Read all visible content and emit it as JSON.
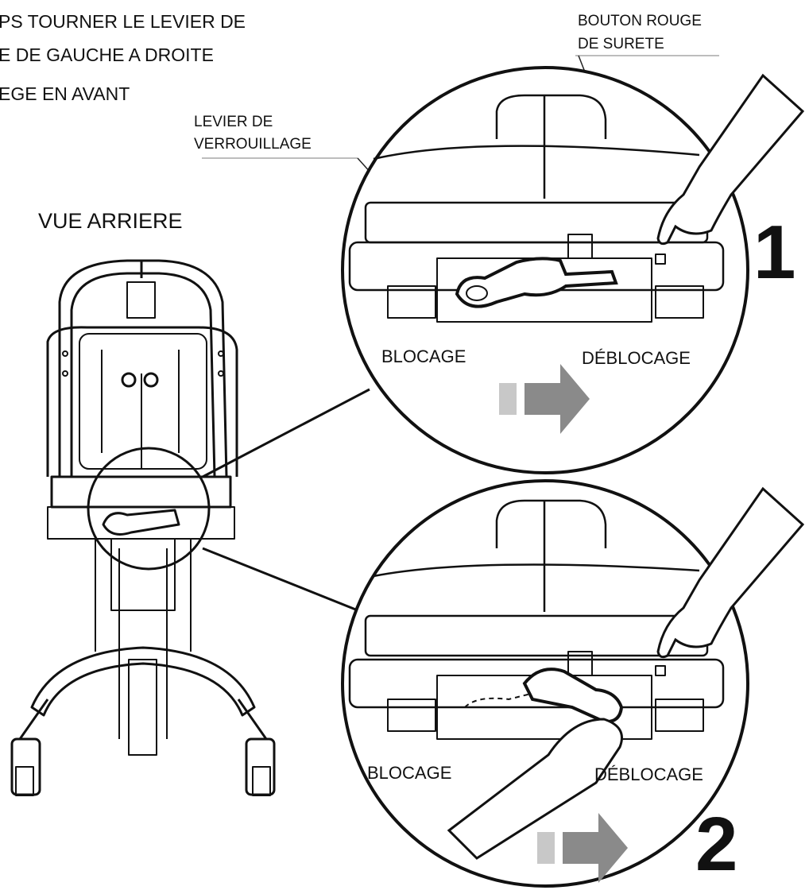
{
  "instructions": {
    "line1": "PS TOURNER LE LEVIER DE",
    "line2": "E DE GAUCHE A DROITE",
    "line3": "EGE EN AVANT"
  },
  "callouts": {
    "safety_button_line1": "BOUTON ROUGE",
    "safety_button_line2": "DE SURETE",
    "lock_lever_line1": "LEVIER DE",
    "lock_lever_line2": "VERROUILLAGE"
  },
  "rear_view_label": "VUE ARRIERE",
  "steps": [
    {
      "number": "1",
      "left_label": "BLOCAGE",
      "right_label": "DÉBLOCAGE"
    },
    {
      "number": "2",
      "left_label": "BLOCAGE",
      "right_label": "DÉBLOCAGE"
    }
  ],
  "colors": {
    "line": "#111111",
    "arrow_light": "#c8c8c8",
    "arrow_dark": "#8a8a8a",
    "leader": "#bdbdbd"
  },
  "icons": [
    "arrow-right-icon",
    "hand-icon",
    "lever-icon"
  ]
}
